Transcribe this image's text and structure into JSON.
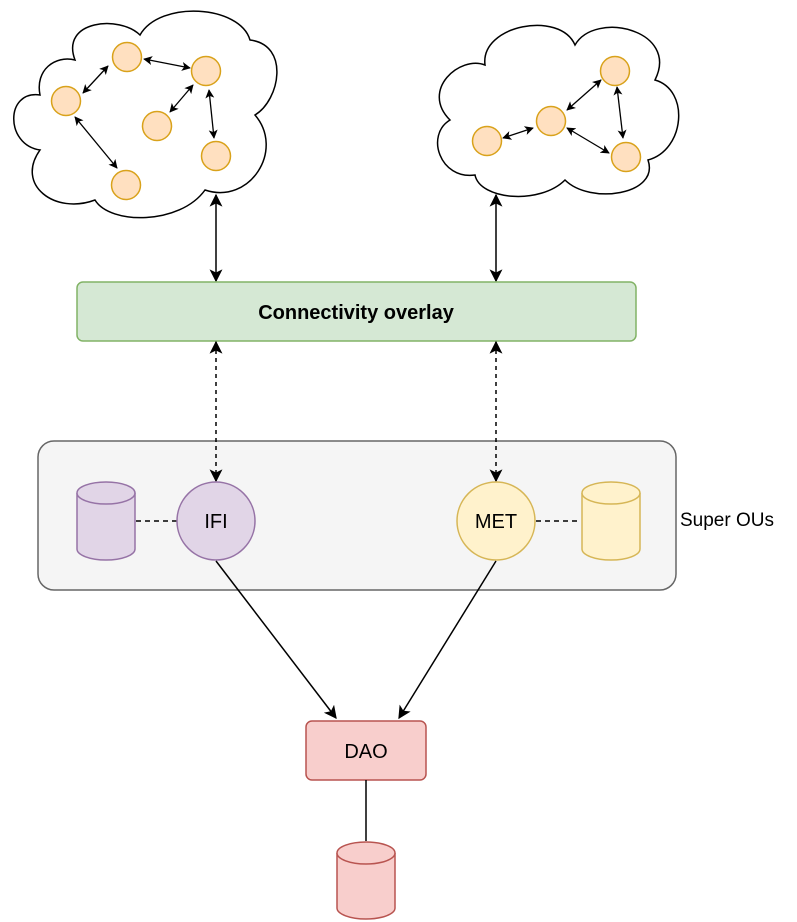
{
  "overlay": {
    "label": "Connectivity overlay"
  },
  "super_group": {
    "label": "Super OUs"
  },
  "nodes": {
    "ifi": {
      "label": "IFI"
    },
    "met": {
      "label": "MET"
    },
    "dao": {
      "label": "DAO"
    }
  },
  "colors": {
    "peer_fill": "#ffe0c0",
    "peer_stroke": "#d9a21b",
    "overlay_fill": "#d5e8d4",
    "overlay_stroke": "#82b366",
    "group_fill": "#f5f5f5",
    "group_stroke": "#666666",
    "ifi_fill": "#e1d5e7",
    "ifi_stroke": "#9673a6",
    "met_fill": "#fff2cc",
    "met_stroke": "#d6b656",
    "dao_fill": "#f8cecc",
    "dao_stroke": "#b85450"
  }
}
